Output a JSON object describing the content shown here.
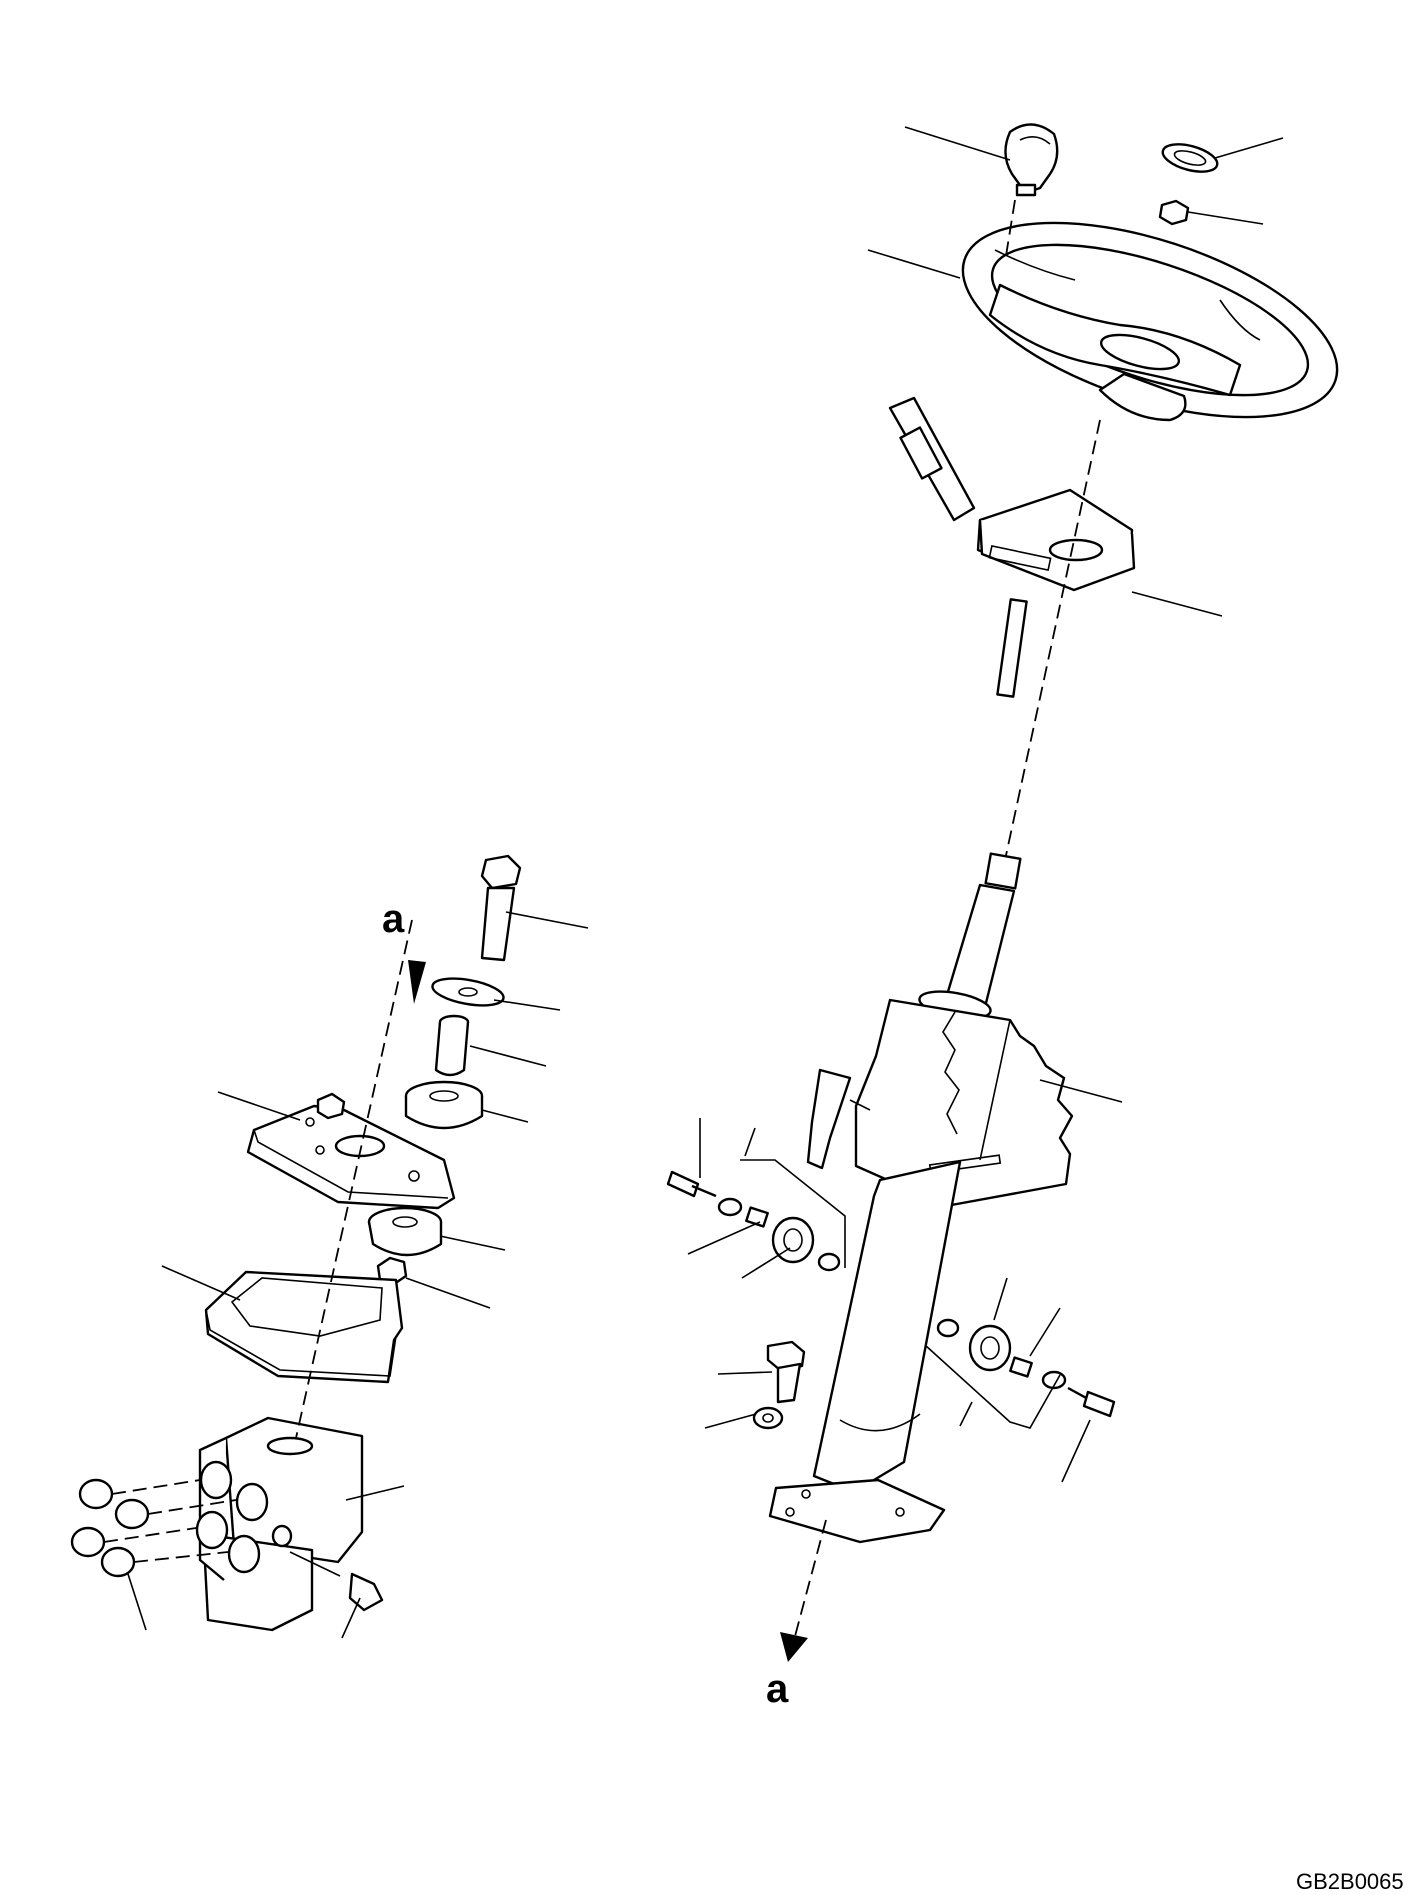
{
  "reference_mark_upper": "a",
  "reference_mark_lower": "a",
  "drawing_code": "GB2B0065",
  "colors": {
    "line": "#000000",
    "background": "#ffffff"
  }
}
